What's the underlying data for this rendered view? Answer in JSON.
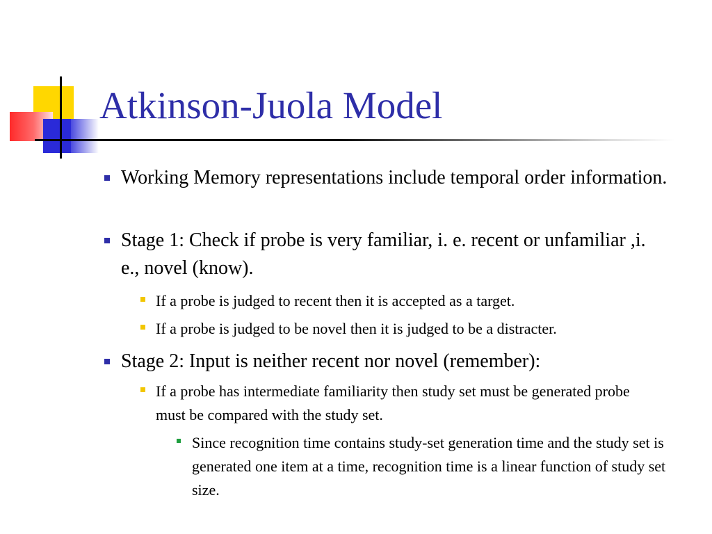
{
  "slide": {
    "title": "Atkinson-Juola Model",
    "bullets": [
      {
        "level": 1,
        "text": "Working Memory representations include temporal order information."
      },
      {
        "level": 1,
        "text": "Stage 1: Check if probe is very familiar, i. e. recent or unfamiliar ,i. e., novel (know)."
      },
      {
        "level": 2,
        "text": "If a probe is judged to recent then it is accepted as a target."
      },
      {
        "level": 2,
        "text": "If a probe is judged to be novel then it is judged to be a distracter."
      },
      {
        "level": 1,
        "text": "Stage 2: Input is neither recent nor novel (remember):"
      },
      {
        "level": 2,
        "text": "If a probe has intermediate familiarity then study set must be generated probe must be compared with the study set."
      },
      {
        "level": 3,
        "text": "Since recognition time contains study-set generation time and the study set is generated one item at a time, recognition time is a linear function of study set size."
      }
    ]
  },
  "colors": {
    "title": "#2e2ea8",
    "bullet_level1": "#2e2ea8",
    "bullet_level2": "#f2c600",
    "bullet_level3": "#1e9e3e",
    "logo_yellow": "#ffd700",
    "logo_red": "#ff2a2a",
    "logo_blue": "#2a2ad8"
  }
}
